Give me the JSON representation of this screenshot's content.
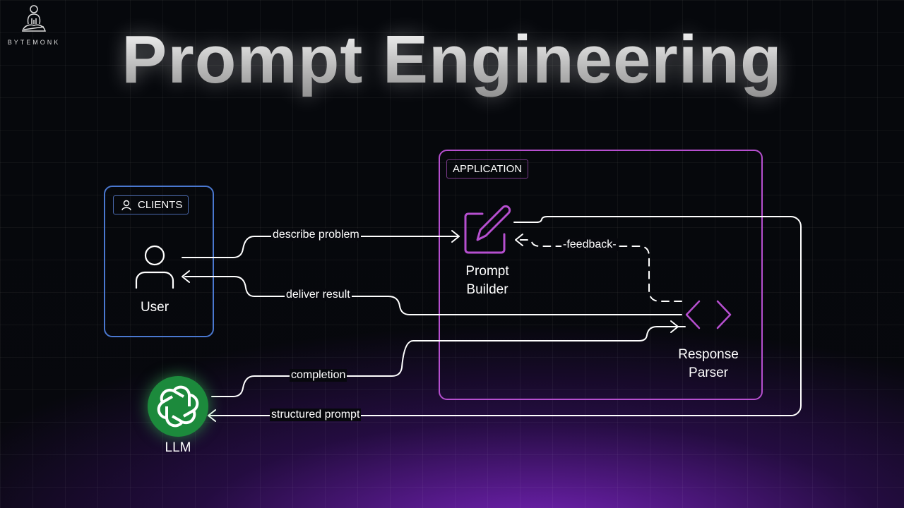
{
  "title": "Prompt Engineering",
  "logo": {
    "text": "BYTEMONK"
  },
  "groups": {
    "clients": "CLIENTS",
    "application": "APPLICATION"
  },
  "nodes": {
    "user": "User",
    "prompt_builder": [
      "Prompt",
      "Builder"
    ],
    "response_parser": [
      "Response",
      "Parser"
    ],
    "llm": "LLM"
  },
  "edges": {
    "describe_problem": "describe problem",
    "deliver_result": "deliver result",
    "completion": "completion",
    "structured_prompt": "structured prompt",
    "feedback": "-feedback-"
  },
  "colors": {
    "clients": "#4a78d0",
    "application": "#b64fcf",
    "llm": "#1c8a3c"
  }
}
